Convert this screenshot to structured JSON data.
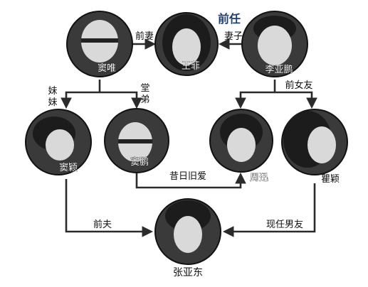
{
  "title": "前任",
  "people": {
    "dou_wei": "窦唯",
    "wang_fei": "王菲",
    "li_yapeng": "李亚鹏",
    "dou_ying": "窦颖",
    "dou_peng": "窦鹏",
    "zhou_xun": "周迅",
    "qu_ying": "瞿颖",
    "zhang_yadong": "张亚东"
  },
  "relations": {
    "ex_wife": "前妻",
    "wife": "妻子",
    "ex_girlfriend": "前女友",
    "sister_1": "妹",
    "sister_2": "妹",
    "cousin_1": "堂",
    "cousin_2": "弟",
    "old_love": "昔日旧爱",
    "ex_husband": "前夫",
    "current_boyfriend": "现任男友"
  },
  "colors": {
    "title": "#1f3f73",
    "edge": "#2b2b2b"
  }
}
